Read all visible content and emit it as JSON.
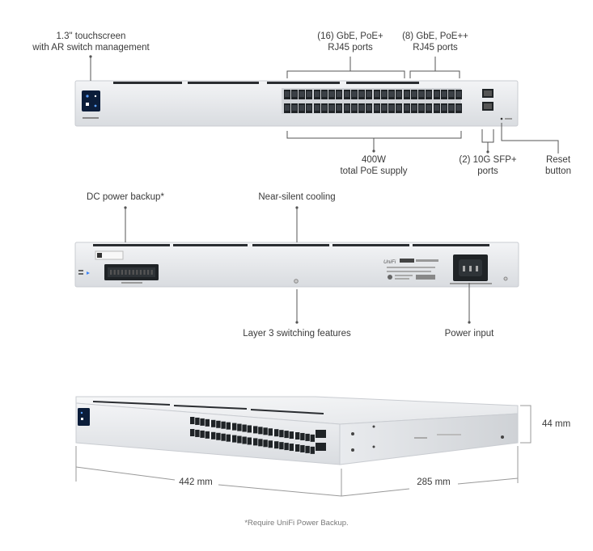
{
  "front": {
    "touchscreen": "1.3\" touchscreen\nwith AR switch management",
    "gbe_poe_plus": "(16) GbE, PoE+\nRJ45 ports",
    "gbe_poe_plusplus": "(8) GbE, PoE++\nRJ45 ports",
    "poe_supply": "400W\ntotal PoE supply",
    "sfp": "(2) 10G SFP+\nports",
    "reset": "Reset\nbutton"
  },
  "back": {
    "dc_backup": "DC power backup*",
    "cooling": "Near-silent cooling",
    "layer3": "Layer 3 switching features",
    "power_input": "Power input"
  },
  "dimensions": {
    "height": "44 mm",
    "width": "442 mm",
    "depth": "285 mm"
  },
  "footnote": "*Require UniFi Power Backup.",
  "colors": {
    "chassis": "#e6e8eb",
    "chassis_edge": "#c9ccd1",
    "port": "#1f2326",
    "callout_line": "#555555",
    "screen": "#0b1d3a"
  }
}
